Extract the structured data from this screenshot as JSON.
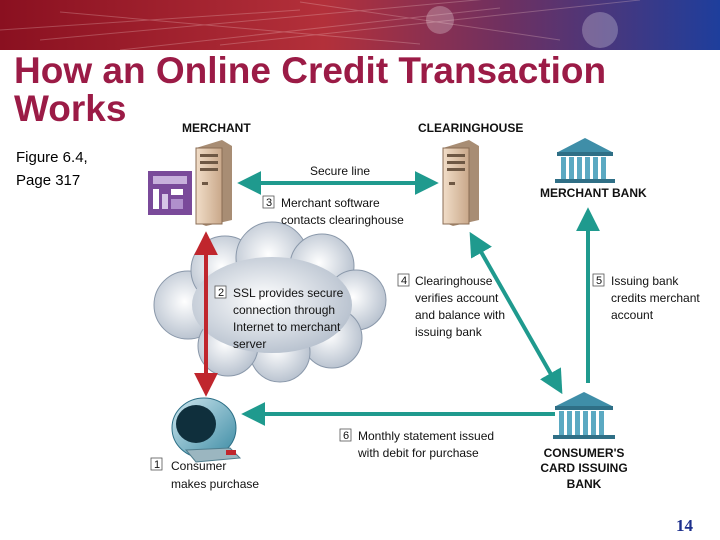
{
  "slide": {
    "title_line1": "How an Online Credit Transaction",
    "title_line2": "Works",
    "subtitle_line1": "Figure 6.4,",
    "subtitle_line2": "Page 317",
    "page_number": "14"
  },
  "diagram": {
    "merchant_label": "MERCHANT",
    "clearinghouse_label": "CLEARINGHOUSE",
    "merchant_bank_label": "MERCHANT BANK",
    "consumer_bank_label": [
      "CONSUMER'S",
      "CARD ISSUING",
      "BANK"
    ],
    "secure_line_label": "Secure line",
    "steps": [
      {
        "num": "1",
        "lines": [
          "Consumer",
          "makes purchase"
        ]
      },
      {
        "num": "2",
        "lines": [
          "SSL provides secure",
          "connection through",
          "Internet to merchant",
          "server"
        ]
      },
      {
        "num": "3",
        "lines": [
          "Merchant software",
          "contacts clearinghouse"
        ]
      },
      {
        "num": "4",
        "lines": [
          "Clearinghouse",
          "verifies account",
          "and balance with",
          "issuing bank"
        ]
      },
      {
        "num": "5",
        "lines": [
          "Issuing bank",
          "credits merchant",
          "account"
        ]
      },
      {
        "num": "6",
        "lines": [
          "Monthly statement issued",
          "with debit for purchase"
        ]
      }
    ]
  },
  "colors": {
    "title": "#9b1b46",
    "teal_arrow": "#1f9a8e",
    "red_arrow": "#c0262d",
    "bank": "#3f8ea8",
    "page_number": "#1c2f8c"
  }
}
